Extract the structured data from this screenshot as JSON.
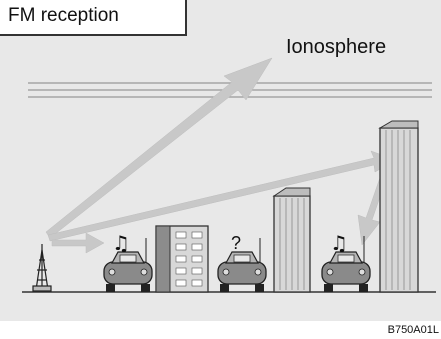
{
  "diagram": {
    "title": "FM reception",
    "ionosphere_label": "Ionosphere",
    "figure_code": "B750A01L",
    "symbols": {
      "music_note": "♫",
      "question_mark": "?"
    },
    "colors": {
      "background_panel": "#e8e8e8",
      "arrow": "#c8c8c8",
      "building_dark": "#8c8c8c",
      "building_light": "#d8d8d8",
      "car": "#8a8a8a",
      "line": "#333333"
    }
  }
}
